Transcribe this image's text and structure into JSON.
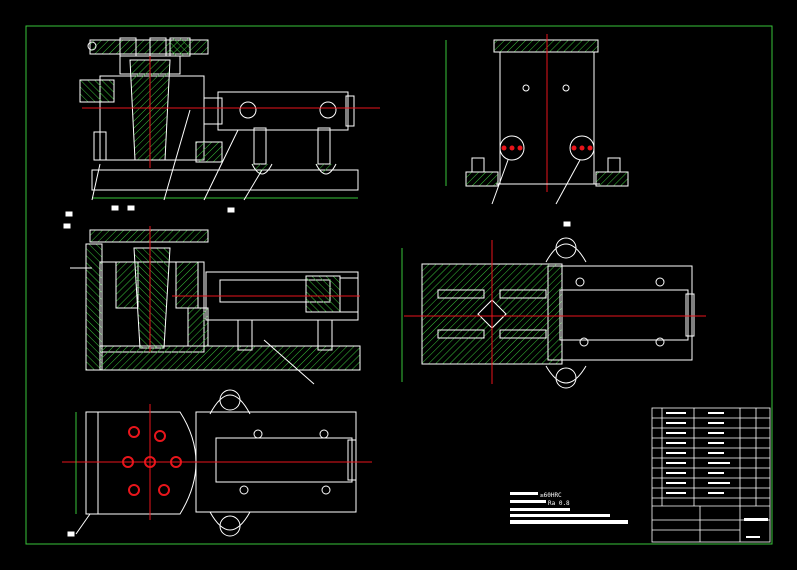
{
  "colors": {
    "background": "#000000",
    "outline": "#ffffff",
    "hatch": "#39c43a",
    "centerline": "#e8151b",
    "dimension": "#39c43a",
    "bolt": "#e8151b"
  },
  "notes": {
    "line1": "≥60HRC",
    "line2": "Ra 0.8"
  },
  "title_block": {
    "rows": 14,
    "cols": 6
  }
}
